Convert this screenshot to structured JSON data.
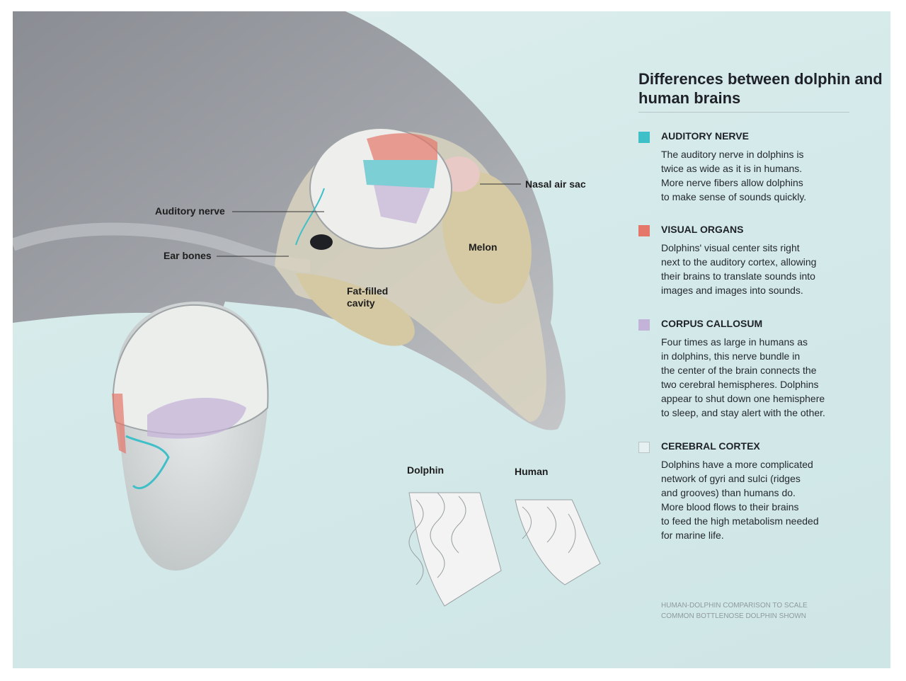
{
  "title": "Differences between dolphin and human brains",
  "labels": {
    "auditory_nerve": "Auditory nerve",
    "ear_bones": "Ear bones",
    "fat_filled_cavity": "Fat-filled cavity",
    "melon": "Melon",
    "nasal_air_sac": "Nasal air sac",
    "dolphin": "Dolphin",
    "human": "Human"
  },
  "sections": [
    {
      "heading": "AUDITORY NERVE",
      "color": "#3fbfc8",
      "body": "The auditory nerve in dolphins is\ntwice as wide as it is in humans.\nMore nerve fibers allow dolphins\nto make sense of sounds quickly."
    },
    {
      "heading": "VISUAL ORGANS",
      "color": "#e4766a",
      "body": "Dolphins' visual center sits right\nnext to the auditory cortex, allowing\ntheir brains to translate sounds into\nimages and images into sounds."
    },
    {
      "heading": "CORPUS CALLOSUM",
      "color": "#c4b3d8",
      "body": "Four times as large in humans as\nin dolphins, this nerve bundle in\nthe center of the brain connects the\ntwo cerebral hemispheres. Dolphins\nappear to shut down one hemisphere\nto sleep, and stay alert with the other."
    },
    {
      "heading": "CEREBRAL CORTEX",
      "color": "#e6f0f0",
      "body": "Dolphins have a more complicated\nnetwork of gyri and sulci (ridges\nand grooves) than humans do.\nMore blood flows to their brains\nto feed the high metabolism needed\nfor marine life."
    }
  ],
  "footnote": "HUMAN-DOLPHIN COMPARISON TO SCALE\nCOMMON BOTTLENOSE DOLPHIN SHOWN"
}
